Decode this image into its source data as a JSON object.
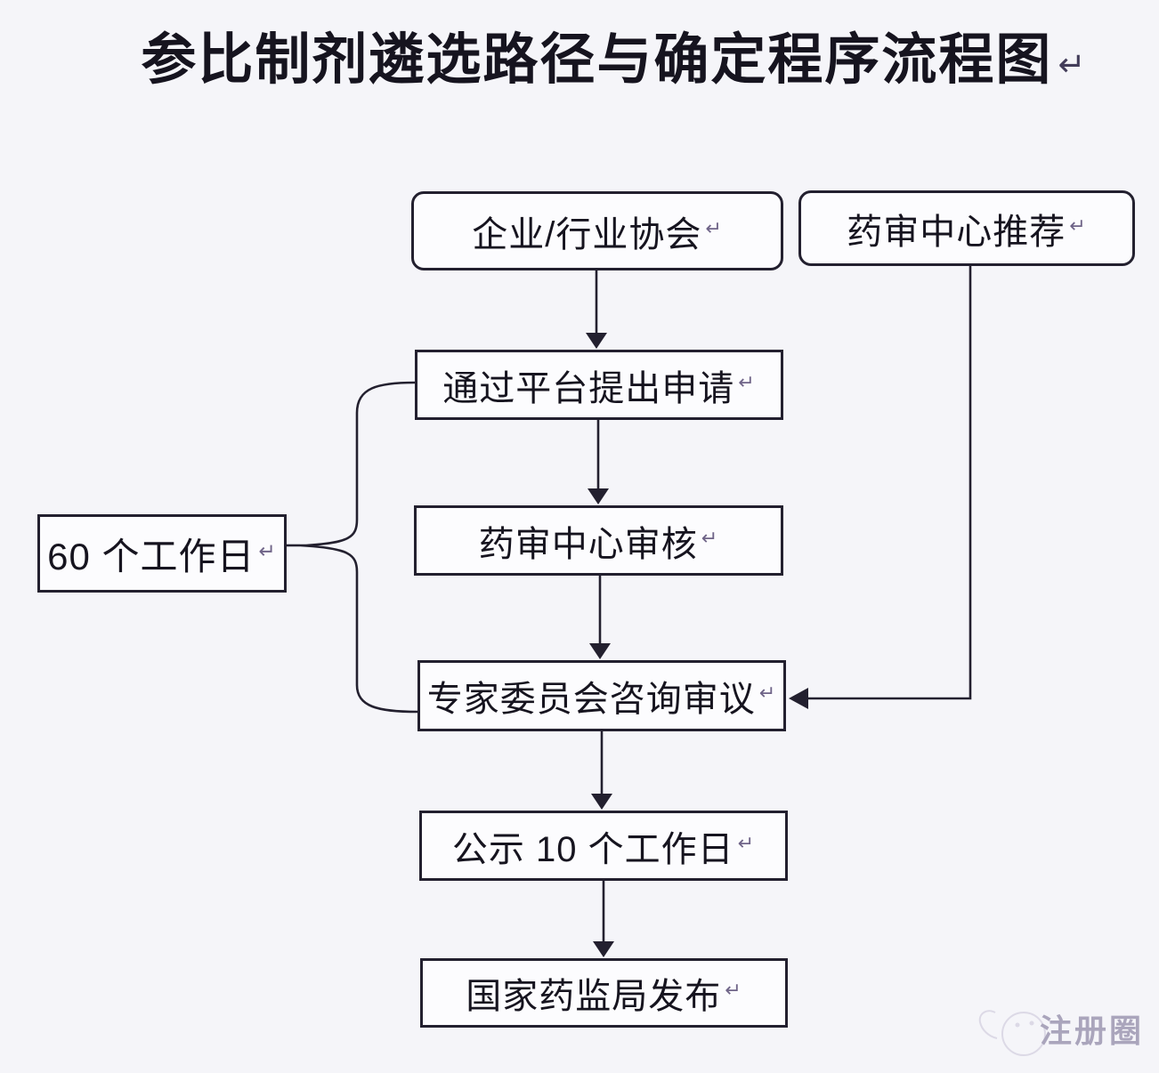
{
  "title": {
    "text": "参比制剂遴选路径与确定程序流程图"
  },
  "line_break_mark": "↵",
  "flowchart": {
    "sources": [
      {
        "label": "企业/行业协会"
      },
      {
        "label": "药审中心推荐"
      }
    ],
    "steps": [
      {
        "label": "通过平台提出申请"
      },
      {
        "label": "药审中心审核"
      },
      {
        "label": "专家委员会咨询审议"
      },
      {
        "label": "公示 10 个工作日"
      },
      {
        "label": "国家药监局发布"
      }
    ],
    "annotation": {
      "label": "60 个工作日"
    }
  },
  "watermark": {
    "text": "注册圈"
  },
  "colors": {
    "background": "#f5f5f9",
    "box_fill": "#fcfcfe",
    "border": "#23202f",
    "text": "#16141f",
    "line": "#23202f",
    "break_mark": "#6f6488",
    "title_break_mark": "#433d5a",
    "watermark": "#aaa5bc",
    "watermark_logo": "#dcd9e6"
  }
}
